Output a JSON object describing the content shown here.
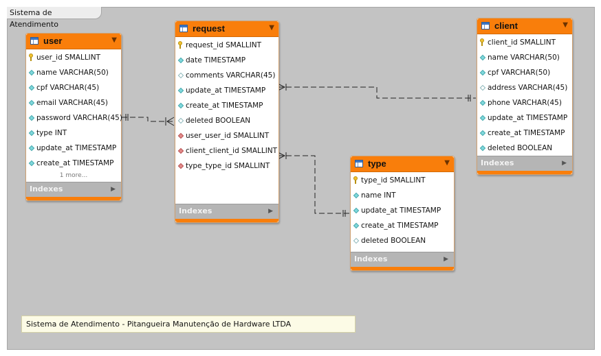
{
  "canvas": {
    "layer_title": "Sistema de Atendimento"
  },
  "tables": {
    "user": {
      "name": "user",
      "toggle": "▼",
      "columns": [
        {
          "label": "user_id SMALLINT",
          "kind": "key"
        },
        {
          "label": "name VARCHAR(50)",
          "kind": "teal"
        },
        {
          "label": "cpf VARCHAR(45)",
          "kind": "teal"
        },
        {
          "label": "email VARCHAR(45)",
          "kind": "teal"
        },
        {
          "label": "password VARCHAR(45)",
          "kind": "teal"
        },
        {
          "label": "type INT",
          "kind": "teal"
        },
        {
          "label": "update_at TIMESTAMP",
          "kind": "teal"
        },
        {
          "label": "create_at TIMESTAMP",
          "kind": "teal"
        }
      ],
      "more": "1 more...",
      "indexes_label": "Indexes",
      "indexes_arrow": "▶"
    },
    "request": {
      "name": "request",
      "toggle": "▼",
      "columns": [
        {
          "label": "request_id SMALLINT",
          "kind": "key"
        },
        {
          "label": "date TIMESTAMP",
          "kind": "teal"
        },
        {
          "label": "comments VARCHAR(45)",
          "kind": "empty"
        },
        {
          "label": "update_at TIMESTAMP",
          "kind": "teal"
        },
        {
          "label": "create_at TIMESTAMP",
          "kind": "teal"
        },
        {
          "label": "deleted BOOLEAN",
          "kind": "empty"
        },
        {
          "label": "user_user_id SMALLINT",
          "kind": "red"
        },
        {
          "label": "client_client_id SMALLINT",
          "kind": "red"
        },
        {
          "label": "type_type_id SMALLINT",
          "kind": "red"
        }
      ],
      "indexes_label": "Indexes",
      "indexes_arrow": "▶"
    },
    "client": {
      "name": "client",
      "toggle": "▼",
      "columns": [
        {
          "label": "client_id SMALLINT",
          "kind": "key"
        },
        {
          "label": "name VARCHAR(50)",
          "kind": "teal"
        },
        {
          "label": "cpf VARCHAR(50)",
          "kind": "teal"
        },
        {
          "label": "address VARCHAR(45)",
          "kind": "empty"
        },
        {
          "label": "phone VARCHAR(45)",
          "kind": "teal"
        },
        {
          "label": "update_at TIMESTAMP",
          "kind": "teal"
        },
        {
          "label": "create_at TIMESTAMP",
          "kind": "teal"
        },
        {
          "label": "deleted BOOLEAN",
          "kind": "teal"
        }
      ],
      "indexes_label": "Indexes",
      "indexes_arrow": "▶"
    },
    "type": {
      "name": "type",
      "toggle": "▼",
      "columns": [
        {
          "label": "type_id SMALLINT",
          "kind": "key"
        },
        {
          "label": "name INT",
          "kind": "teal"
        },
        {
          "label": "update_at TIMESTAMP",
          "kind": "teal"
        },
        {
          "label": "create_at TIMESTAMP",
          "kind": "teal"
        },
        {
          "label": "deleted BOOLEAN",
          "kind": "empty"
        }
      ],
      "indexes_label": "Indexes",
      "indexes_arrow": "▶"
    }
  },
  "note": {
    "text": "Sistema de Atendimento - Pitangueira Manutenção de Hardware LTDA"
  }
}
